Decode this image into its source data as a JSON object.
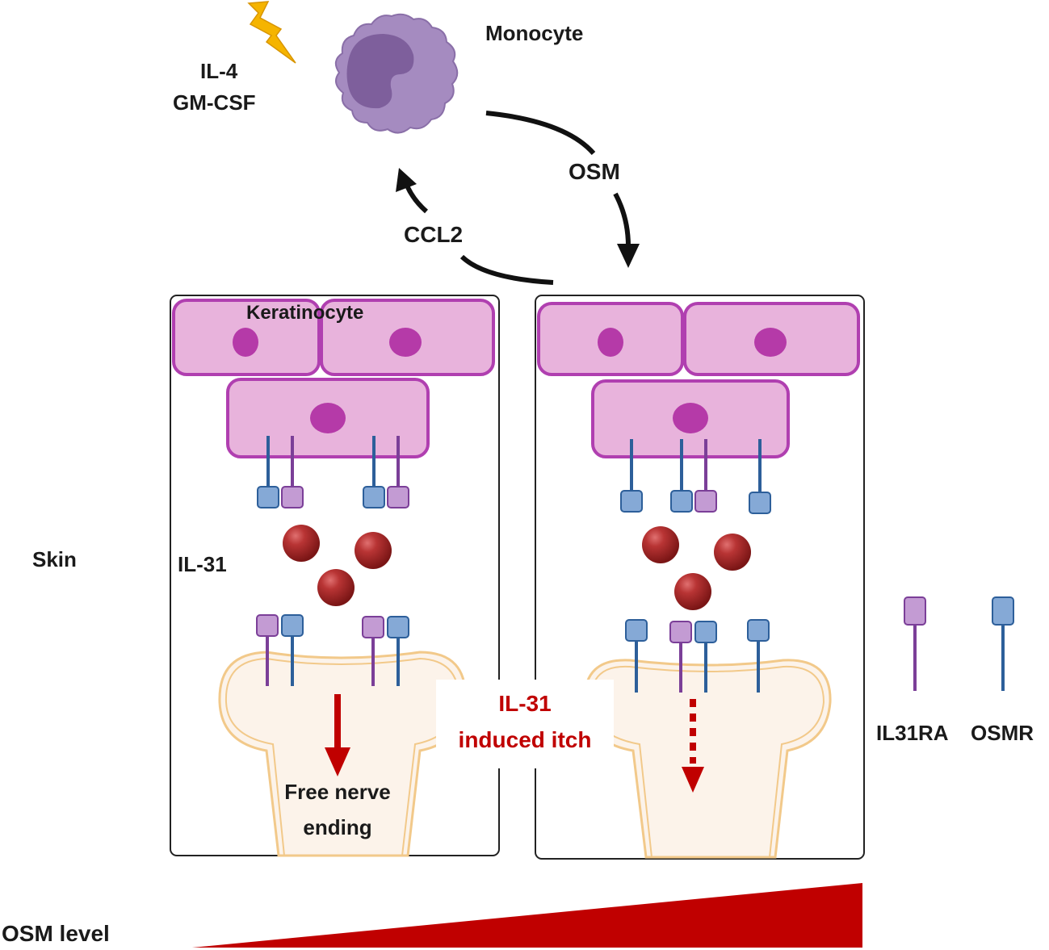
{
  "labels": {
    "monocyte": "Monocyte",
    "stimulus_1": "IL-4",
    "stimulus_2": "GM-CSF",
    "osm": "OSM",
    "ccl2": "CCL2",
    "keratinocyte": "Keratinocyte",
    "skin": "Skin",
    "il31": "IL-31",
    "nerve_line1": "Free nerve",
    "nerve_line2": "ending",
    "itch_line1": "IL-31",
    "itch_line2": "induced itch",
    "legend_il31ra": "IL31RA",
    "legend_osmr": "OSMR",
    "osm_level": "OSM level"
  },
  "legend": [
    {
      "name": "IL31RA",
      "color": "#c39bd3",
      "stem": "#7b3f98"
    },
    {
      "name": "OSMR",
      "color": "#85a9d6",
      "stem": "#2d5f9a"
    }
  ],
  "panels": [
    {
      "name": "low-osm",
      "keratinocyte_receptors": [
        "OSMR",
        "IL31RA",
        "OSMR",
        "IL31RA"
      ],
      "nerve_receptors": [
        "IL31RA",
        "OSMR",
        "IL31RA",
        "OSMR"
      ],
      "signal": "solid"
    },
    {
      "name": "high-osm",
      "keratinocyte_receptors": [
        "OSMR",
        "OSMR",
        "IL31RA",
        "OSMR"
      ],
      "nerve_receptors": [
        "OSMR",
        "IL31RA",
        "OSMR",
        "OSMR"
      ],
      "signal": "dashed"
    }
  ],
  "colors": {
    "cell_fill": "#e8b3dc",
    "cell_stroke": "#b03fb0",
    "nucleus": "#b53aa8",
    "il31_ball": "#a52a2a",
    "signal_red": "#c00000",
    "monocyte": "#a58bc0",
    "monocyte_nucleus": "#7e5f9c",
    "lightning": "#f5b400",
    "nerve_fill": "#fcf3ea",
    "nerve_stroke": "#f2c98a"
  }
}
